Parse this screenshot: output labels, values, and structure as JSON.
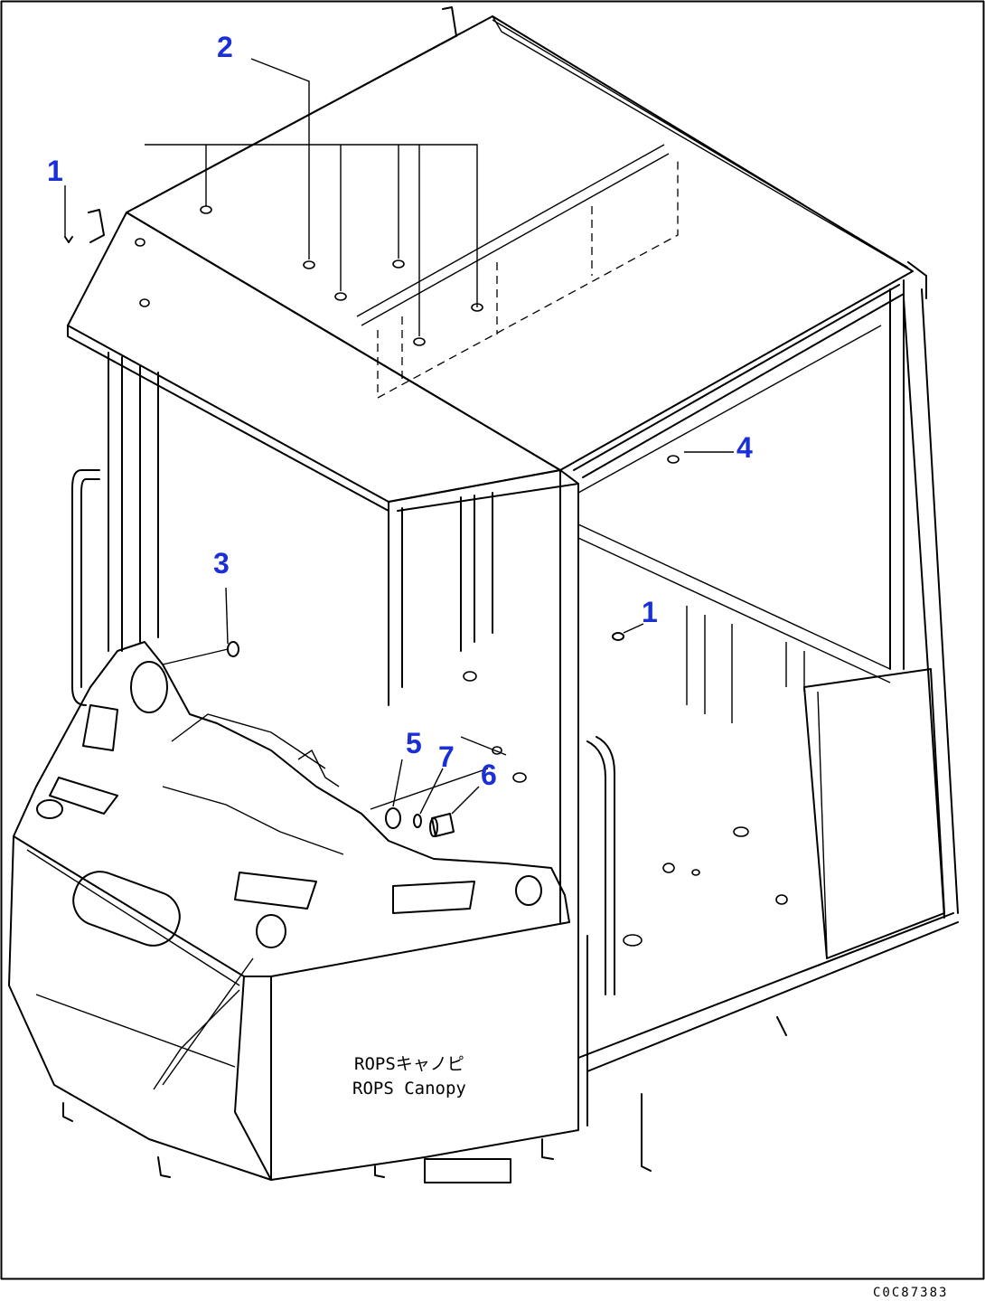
{
  "callouts": [
    {
      "id": "callout-1a",
      "label": "1"
    },
    {
      "id": "callout-2",
      "label": "2"
    },
    {
      "id": "callout-3",
      "label": "3"
    },
    {
      "id": "callout-4",
      "label": "4"
    },
    {
      "id": "callout-1b",
      "label": "1"
    },
    {
      "id": "callout-5",
      "label": "5"
    },
    {
      "id": "callout-7",
      "label": "7"
    },
    {
      "id": "callout-6",
      "label": "6"
    }
  ],
  "canopy_label": {
    "line1": "ROPSキャノピ",
    "line2": "ROPS Canopy"
  },
  "drawing_code": "C0C87383",
  "colors": {
    "callout": "#1a2fd6",
    "line": "#000000",
    "background": "#ffffff"
  }
}
